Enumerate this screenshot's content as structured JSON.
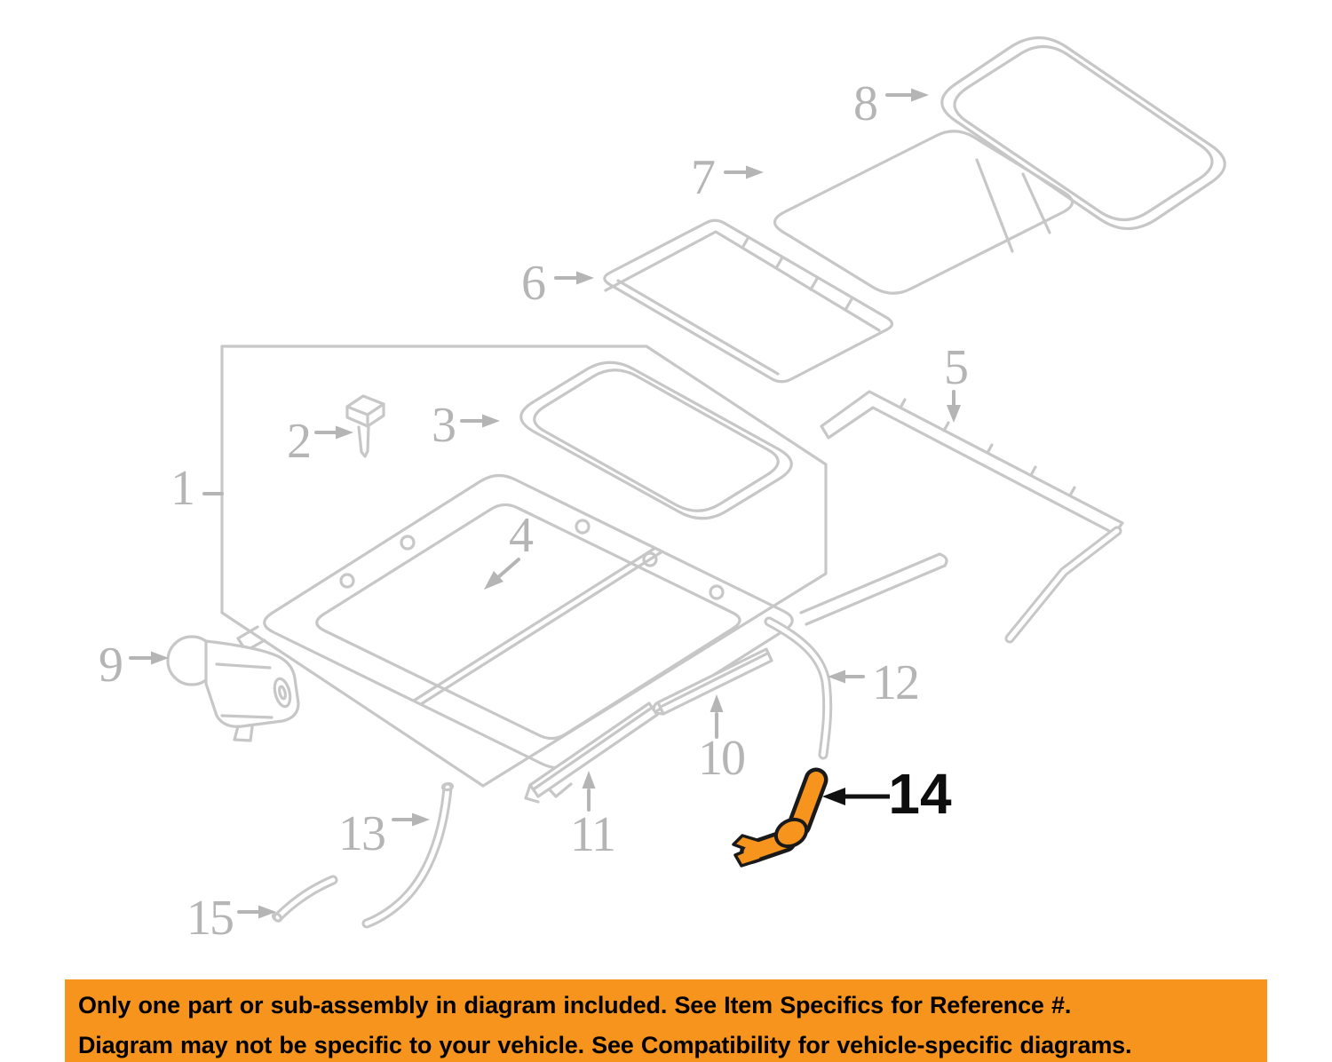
{
  "colors": {
    "diagram_line": "#c7c7c7",
    "diagram_label": "#b5b5b5",
    "highlight_fill": "#f7941d",
    "highlight_outline": "#1a1a1a",
    "highlight_label": "#0d0d0d",
    "banner_background": "#f7941e",
    "banner_text": "#000000"
  },
  "part_labels": {
    "p1": "1",
    "p2": "2",
    "p3": "3",
    "p4": "4",
    "p5": "5",
    "p6": "6",
    "p7": "7",
    "p8": "8",
    "p9": "9",
    "p10": "10",
    "p11": "11",
    "p12": "12",
    "p13": "13",
    "p14": "14",
    "p15": "15"
  },
  "banner": {
    "line1": "Only one part or sub-assembly in diagram included. See Item Specifics for Reference #.",
    "line2": "Diagram may not be specific to your vehicle. See Compatibility for vehicle-specific diagrams."
  }
}
